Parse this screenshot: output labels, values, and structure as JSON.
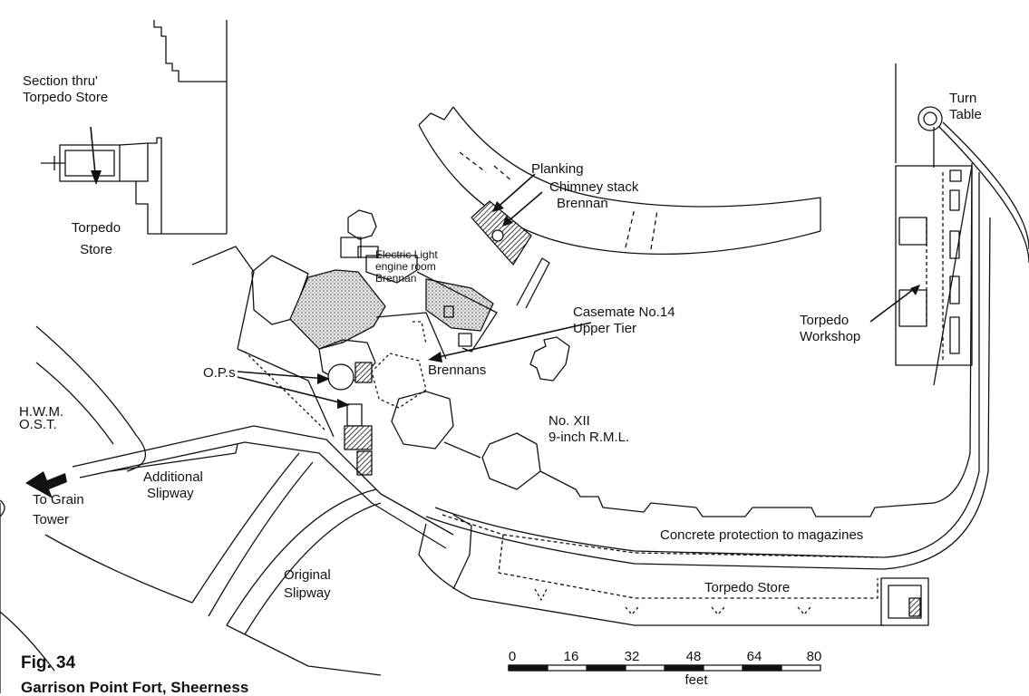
{
  "figure": {
    "number": "Fig. 34",
    "title": "Garrison Point Fort, Sheerness"
  },
  "labels": {
    "section_line1": "Section thru'",
    "section_line2": "Torpedo Store",
    "torpedo_store_small_1": "Torpedo",
    "torpedo_store_small_2": "Store",
    "turn_table_1": "Turn",
    "turn_table_2": "Table",
    "planking": "Planking",
    "chimney_1": "Chimney stack",
    "chimney_2": "Brennan",
    "electric_1": "Electric Light",
    "electric_2": "engine room",
    "electric_3": "Brennan",
    "casemate_1": "Casemate No.14",
    "casemate_2": "Upper Tier",
    "brennans": "Brennans",
    "ops": "O.P.s",
    "hwm": "H.W.M.",
    "ost": "O.S.T.",
    "torpedo_workshop_1": "Torpedo",
    "torpedo_workshop_2": "Workshop",
    "no_xii_1": "No. XII",
    "no_xii_2": "9-inch R.M.L.",
    "to_grain_1": "To Grain",
    "to_grain_2": "Tower",
    "additional_1": "Additional",
    "additional_2": "Slipway",
    "original_1": "Original",
    "original_2": "Slipway",
    "concrete": "Concrete protection to magazines",
    "torpedo_store_main": "Torpedo Store"
  },
  "scale": {
    "ticks": [
      "0",
      "16",
      "32",
      "48",
      "64",
      "80"
    ],
    "unit": "feet"
  },
  "colors": {
    "ink": "#111111",
    "paper": "#ffffff",
    "stipple": "#cfcfcf"
  }
}
